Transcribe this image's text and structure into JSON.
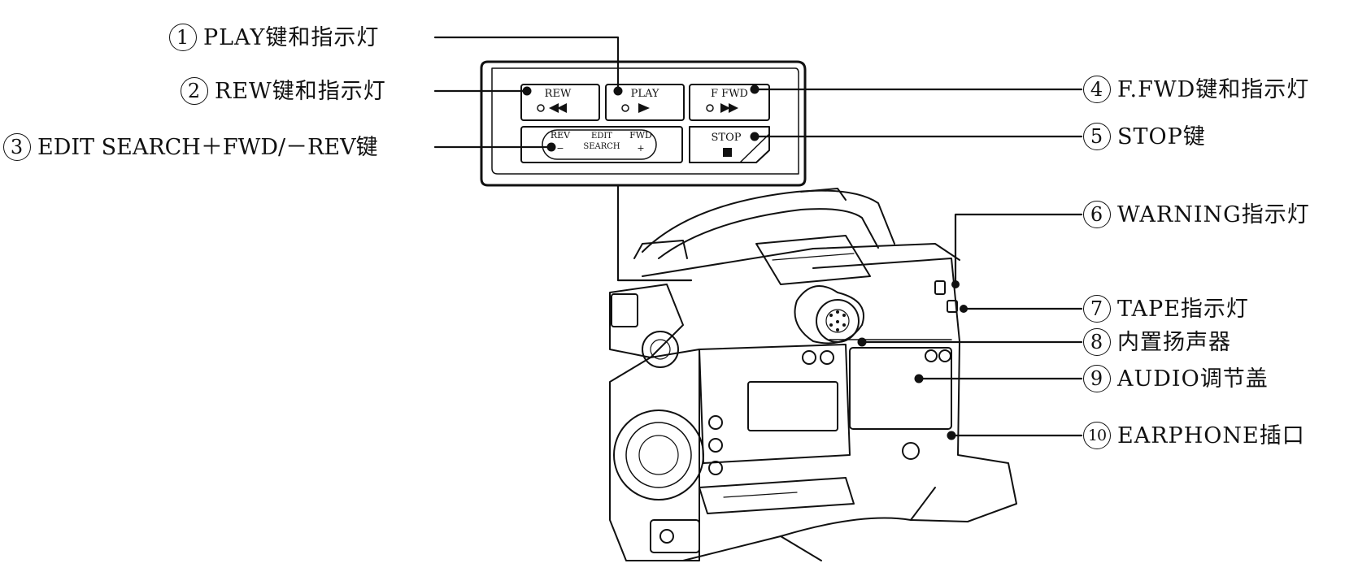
{
  "callouts": [
    {
      "num": "1",
      "label": "PLAY键和指示灯"
    },
    {
      "num": "2",
      "label": "REW键和指示灯"
    },
    {
      "num": "3",
      "label": "EDIT SEARCH＋FWD/－REV键"
    },
    {
      "num": "4",
      "label": "F.FWD键和指示灯"
    },
    {
      "num": "5",
      "label": "STOP键"
    },
    {
      "num": "6",
      "label": "WARNING指示灯"
    },
    {
      "num": "7",
      "label": "TAPE指示灯"
    },
    {
      "num": "8",
      "label": "内置扬声器"
    },
    {
      "num": "9",
      "label": "AUDIO调节盖"
    },
    {
      "num": "10",
      "label": "EARPHONE插口"
    }
  ],
  "panel": {
    "rew": "REW",
    "play": "PLAY",
    "ffwd": "F FWD",
    "stop": "STOP",
    "rev": "REV",
    "rev_sign": "−",
    "edit": "EDIT",
    "search": "SEARCH",
    "fwd": "FWD",
    "fwd_sign": "+"
  },
  "colors": {
    "line": "#111111",
    "background": "#ffffff"
  }
}
